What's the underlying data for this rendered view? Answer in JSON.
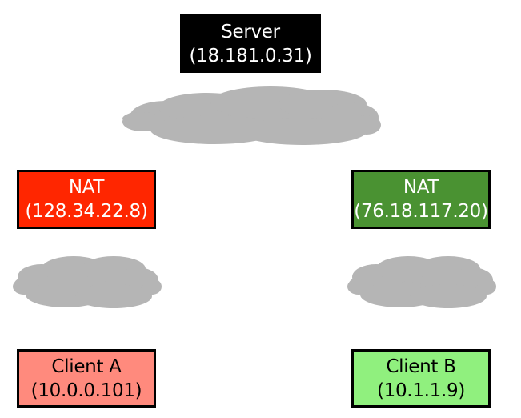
{
  "server": {
    "title": "Server",
    "ip": "(18.181.0.31)",
    "fill": "#000000"
  },
  "nat_a": {
    "title": "NAT",
    "ip": "(128.34.22.8)",
    "fill": "#ff2600"
  },
  "nat_b": {
    "title": "NAT",
    "ip": "(76.18.117.20)",
    "fill": "#4a9232"
  },
  "client_a": {
    "title": "Client A",
    "ip": "(10.0.0.101)",
    "fill": "#ff8a7d"
  },
  "client_b": {
    "title": "Client B",
    "ip": "(10.1.1.9)",
    "fill": "#90f07e"
  },
  "cloud_color": "#b5b5b5"
}
